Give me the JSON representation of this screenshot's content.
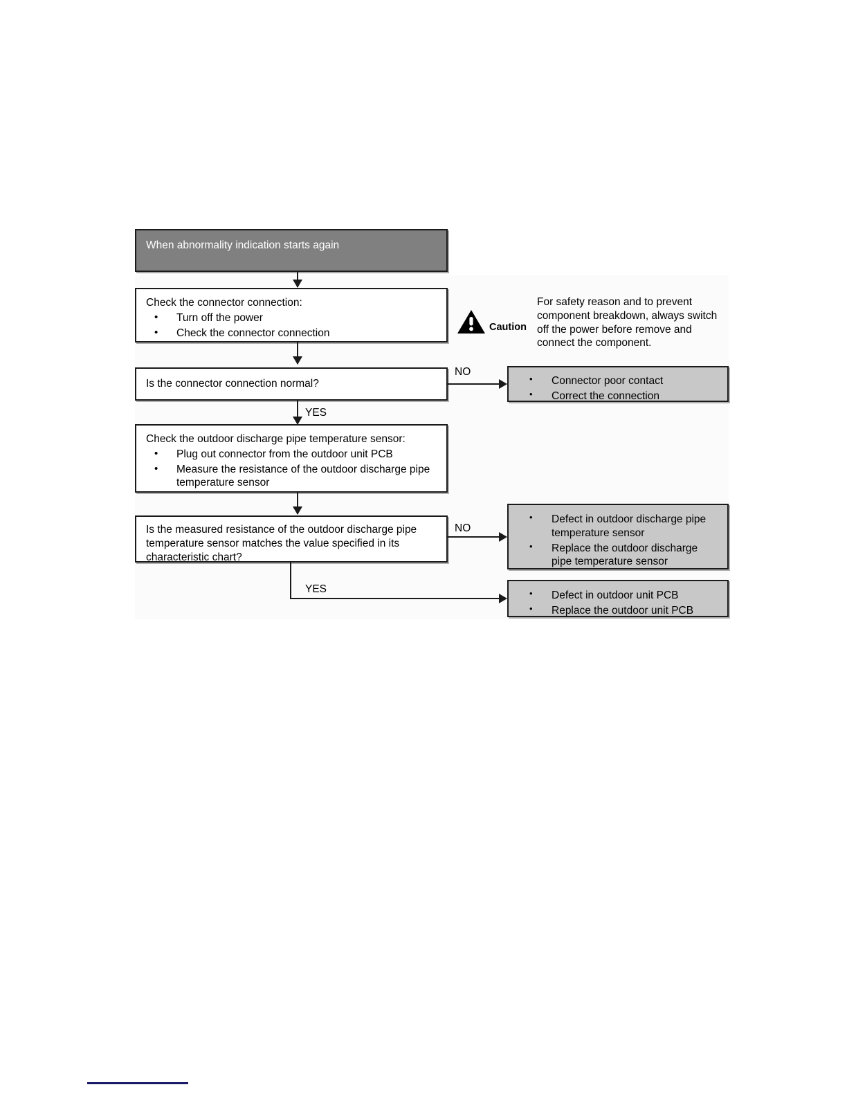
{
  "document": {
    "type": "troubleshooting-flowchart",
    "title": "Outdoor discharge pipe temperature sensor abnormality flowchart"
  },
  "flow": {
    "header": {
      "label": "When abnormality indication starts again"
    },
    "step1": {
      "title": "Check the connector connection:",
      "bullets": [
        "Turn off the power",
        "Check the connector connection"
      ]
    },
    "decision1": {
      "question": "Is the connector connection normal?",
      "no_label": "NO",
      "yes_label": "YES"
    },
    "outcome1": {
      "bullets": [
        "Connector poor contact",
        "Correct the connection"
      ]
    },
    "step2": {
      "title": "Check the outdoor discharge pipe temperature sensor:",
      "bullets": [
        "Plug out connector from the outdoor unit PCB",
        "Measure the resistance of the outdoor discharge pipe temperature sensor"
      ]
    },
    "decision2": {
      "lines": [
        "Is the measured resistance of the outdoor discharge pipe",
        "temperature sensor matches the value specified in its",
        "characteristic chart?"
      ],
      "no_label": "NO",
      "yes_label": "YES"
    },
    "outcome2": {
      "bullets": [
        "Defect in outdoor discharge pipe temperature sensor",
        "Replace the outdoor discharge pipe temperature sensor"
      ]
    },
    "outcome3": {
      "bullets": [
        "Defect in outdoor unit PCB",
        "Replace the outdoor unit PCB"
      ]
    }
  },
  "caution": {
    "icon": "warning-triangle-icon",
    "label": "Caution",
    "lines": [
      "For safety reason and to prevent",
      "component breakdown, always switch",
      "off the power before remove and",
      "connect the component."
    ]
  },
  "colors": {
    "header_fill": "#808080",
    "header_text": "#ffffff",
    "outcome_fill": "#c8c8c8",
    "box_fill": "#ffffff",
    "border": "#1a1a1a",
    "footer_rule": "#1a1a66"
  }
}
